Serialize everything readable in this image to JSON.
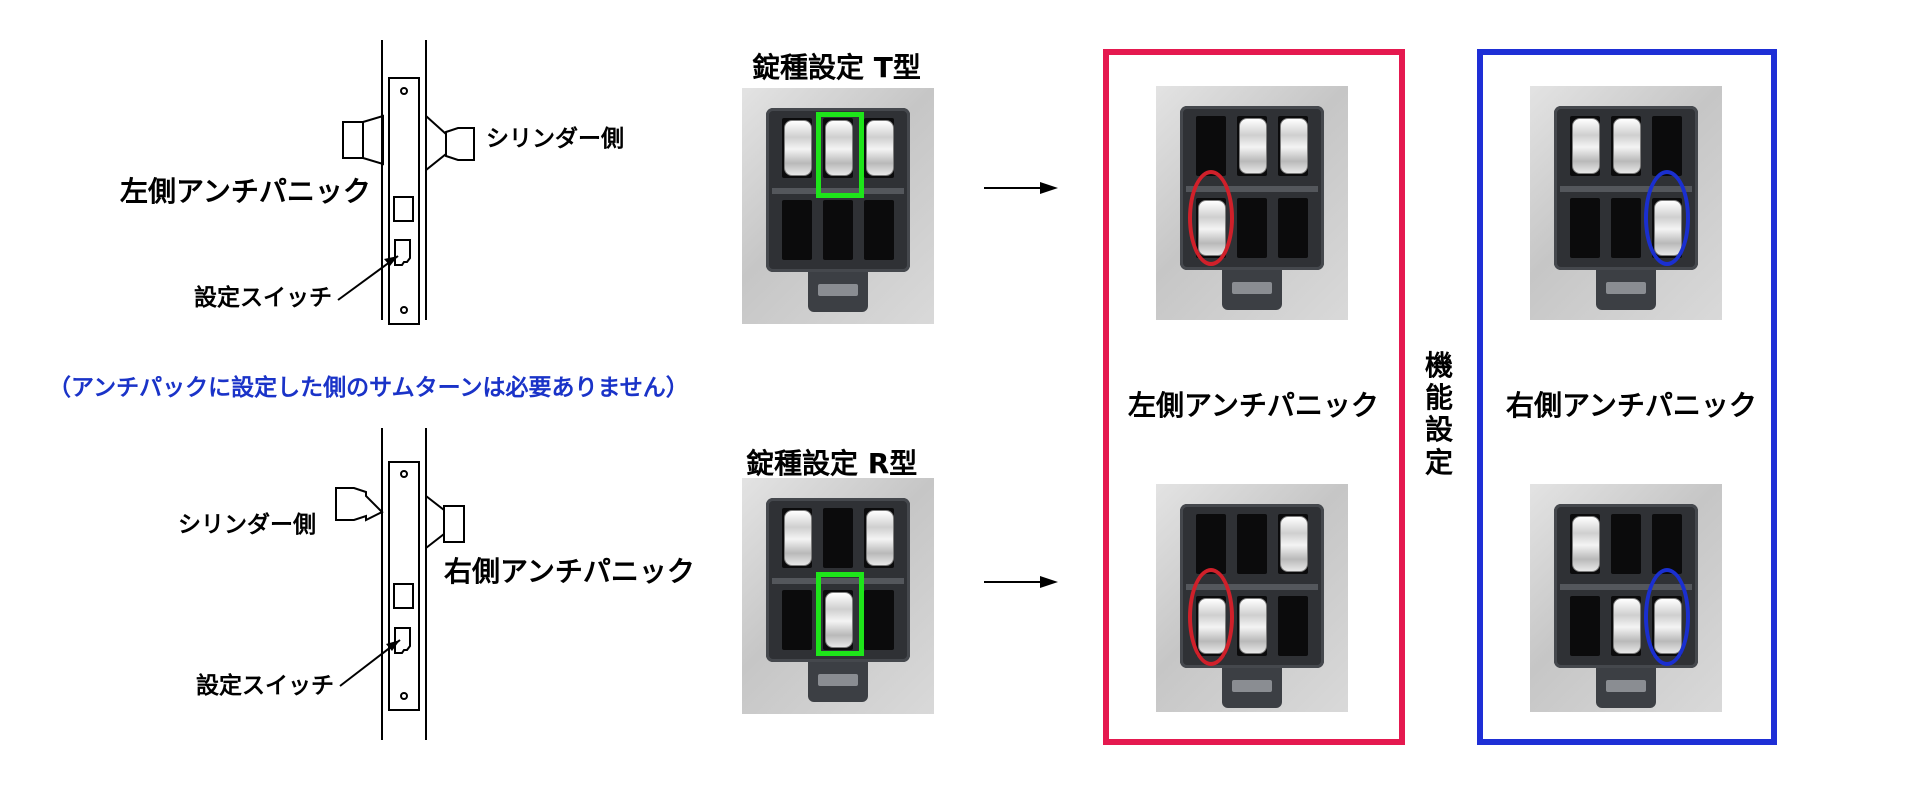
{
  "lock_diagram": {
    "left_anti_panic": "左側アンチパニック",
    "right_anti_panic": "右側アンチパニック",
    "cylinder_side": "シリンダー側",
    "setting_switch": "設定スイッチ",
    "note": "（アンチパックに設定した側のサムターンは必要ありません）"
  },
  "lock_type": {
    "t_label": "錠種設定 T型",
    "r_label": "錠種設定 R型"
  },
  "function_setting": {
    "label_chars": [
      "機",
      "能",
      "設",
      "定"
    ],
    "left_label": "左側アンチパニック",
    "right_label": "右側アンチパニック"
  },
  "colors": {
    "left_panel": "#e5194f",
    "right_panel": "#1e2fd6",
    "note_text": "#1a33c8",
    "switch_highlight": "#1ee51a"
  }
}
